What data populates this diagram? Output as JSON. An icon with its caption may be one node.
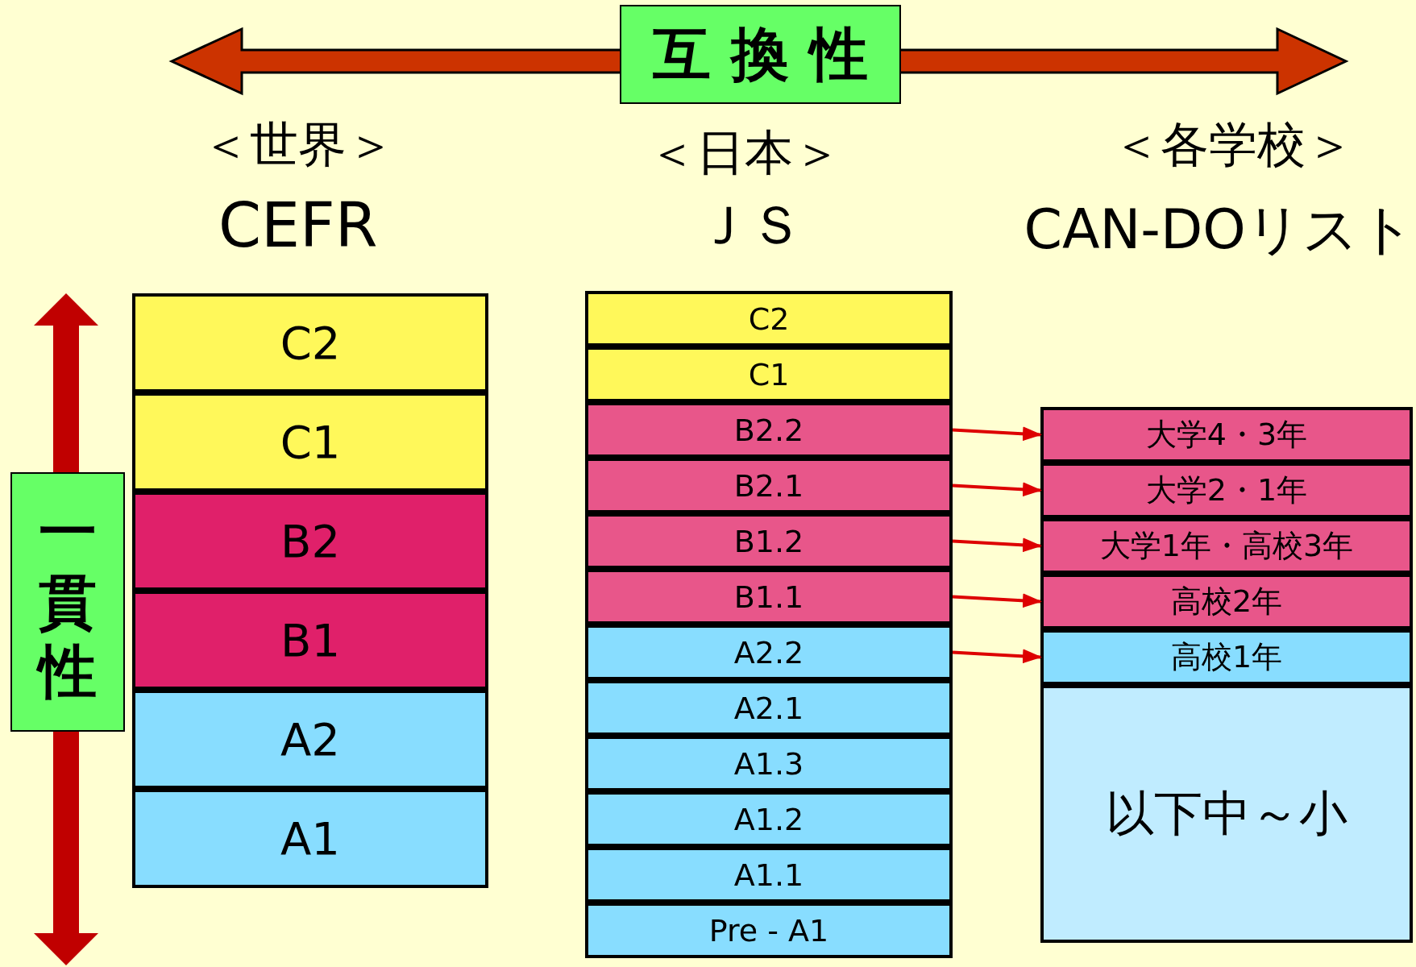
{
  "diagram": {
    "nodes": [
      {
        "text": [
          "互換性"
        ]
      },
      {
        "text": [
          "一貫性"
        ]
      },
      {
        "text": [
          "C2"
        ]
      },
      {
        "text": [
          "C1"
        ]
      },
      {
        "text": [
          "B2"
        ]
      },
      {
        "text": [
          "B1"
        ]
      },
      {
        "text": [
          "A2"
        ]
      },
      {
        "text": [
          "A1"
        ]
      },
      {
        "text": [
          "C2"
        ]
      },
      {
        "text": [
          "C1"
        ]
      },
      {
        "text": [
          "B2.2"
        ]
      },
      {
        "text": [
          "B2.1"
        ]
      },
      {
        "text": [
          "B1.2"
        ]
      },
      {
        "text": [
          "B1.1"
        ]
      },
      {
        "text": [
          "A2.2"
        ]
      },
      {
        "text": [
          "A2.1"
        ]
      },
      {
        "text": [
          "A1.3"
        ]
      },
      {
        "text": [
          "A1.2"
        ]
      },
      {
        "text": [
          "A1.1"
        ]
      },
      {
        "text": [
          "Pre - A1"
        ]
      },
      {
        "text": [
          "大学4・3年"
        ]
      },
      {
        "text": [
          "大学2・1年"
        ]
      },
      {
        "text": [
          "大学1年・高校3年"
        ]
      },
      {
        "text": [
          "高校2年"
        ]
      },
      {
        "text": [
          "高校1年"
        ]
      },
      {
        "text": [
          "以下中～小"
        ]
      }
    ],
    "edges": [
      {
        "from": 10,
        "to": 20,
        "arrow": "to"
      },
      {
        "from": 11,
        "to": 21,
        "arrow": "to"
      },
      {
        "from": 12,
        "to": 22,
        "arrow": "to"
      },
      {
        "from": 13,
        "to": 23,
        "arrow": "to"
      },
      {
        "from": 14,
        "to": 24,
        "arrow": "to"
      }
    ],
    "labels": [
      "＜世界＞",
      "CEFR",
      "＜日本＞",
      "ＪＳ",
      "＜各学校＞",
      "CAN-DOリスト"
    ]
  }
}
